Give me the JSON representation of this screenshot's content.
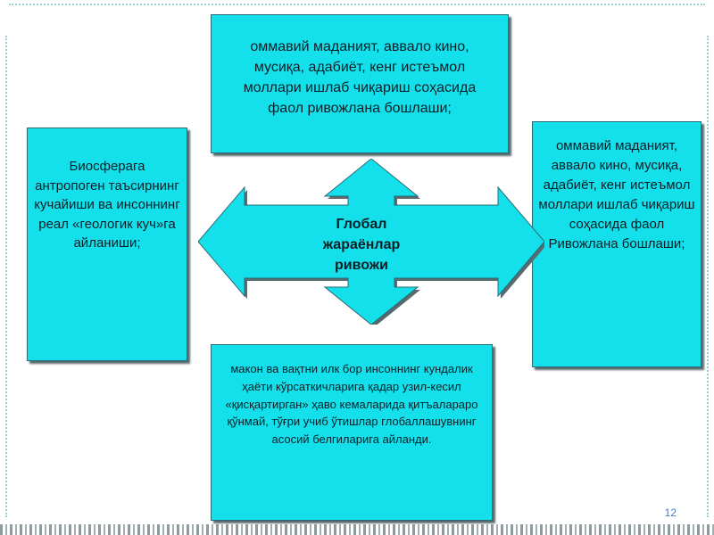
{
  "diagram": {
    "center": {
      "lines": [
        "Глобал",
        "жараёнлар",
        "ривожи"
      ]
    },
    "top_box": {
      "text": "оммавий маданият, аввало кино, мусиқа, адабиёт, кенг истеъмол моллари ишлаб чиқариш соҳасида фаол ривожлана бошлаши;"
    },
    "left_box": {
      "text": "Биосферага антропоген таъсирнинг кучайиши ва инсоннинг реал «геологик куч»га айланиши;"
    },
    "right_box": {
      "text": "оммавий маданият, аввало кино, мусиқа, адабиёт, кенг истеъмол моллари ишлаб чиқариш соҳасида фаол Ривожлана бошлаши;"
    },
    "bottom_box": {
      "text": "макон ва вақтни илк бор инсоннинг кундалик ҳаёти кўрсаткичларига қадар узил-кесил «қисқартирган» ҳаво кемаларида қитъалараро қўнмай, тўғри учиб ўтишлар глобаллашувнинг асосий белгиларига айланди."
    }
  },
  "footer": {
    "page_number": "12"
  },
  "colors": {
    "box_fill": "#14e0ec",
    "box_border": "#2a6c74",
    "shadow": "#596a6e",
    "page_number": "#4a7cc0"
  }
}
